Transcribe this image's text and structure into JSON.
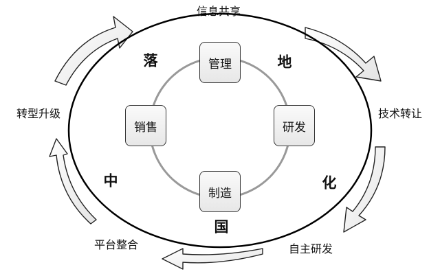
{
  "cycle": {
    "top": "信息共享",
    "right": "技术转让",
    "bottom_right": "自主研发",
    "bottom_left": "平台整合",
    "left": "转型升级"
  },
  "ellipse_text": {
    "c1": "落",
    "c2": "地",
    "c3": "化",
    "c4": "国",
    "c5": "中"
  },
  "core": {
    "top": "管理",
    "right": "研发",
    "bottom": "制造",
    "left": "销售"
  }
}
